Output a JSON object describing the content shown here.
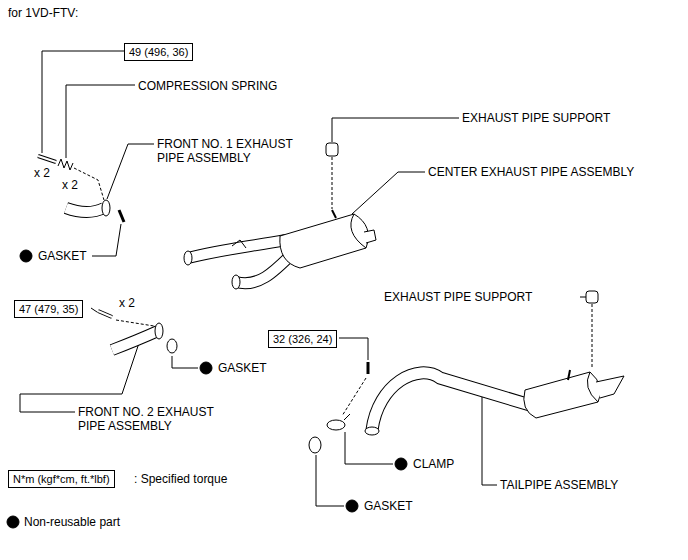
{
  "diagram": {
    "title": "for 1VD-FTV:",
    "nodes": [
      {
        "text": [
          "49 (496, 36)"
        ]
      },
      {
        "text": [
          "47 (479, 35)"
        ]
      },
      {
        "text": [
          "32 (326, 24)"
        ]
      },
      {
        "text": [
          "N*m (kgf*cm, ft.*lbf)"
        ]
      }
    ],
    "labels": [
      "COMPRESSION SPRING",
      "x 2",
      "x 2",
      "FRONT NO. 1 EXHAUST PIPE ASSEMBLY",
      "GASKET",
      "EXHAUST PIPE SUPPORT",
      "CENTER EXHAUST PIPE ASSEMBLY",
      "EXHAUST PIPE SUPPORT",
      "x 2",
      "GASKET",
      "FRONT NO. 2 EXHAUST PIPE ASSEMBLY",
      "CLAMP",
      "TAILPIPE ASSEMBLY",
      "GASKET"
    ],
    "legend": [
      {
        "text": ": Specified torque"
      },
      {
        "text": "Non-reusable part"
      }
    ]
  }
}
